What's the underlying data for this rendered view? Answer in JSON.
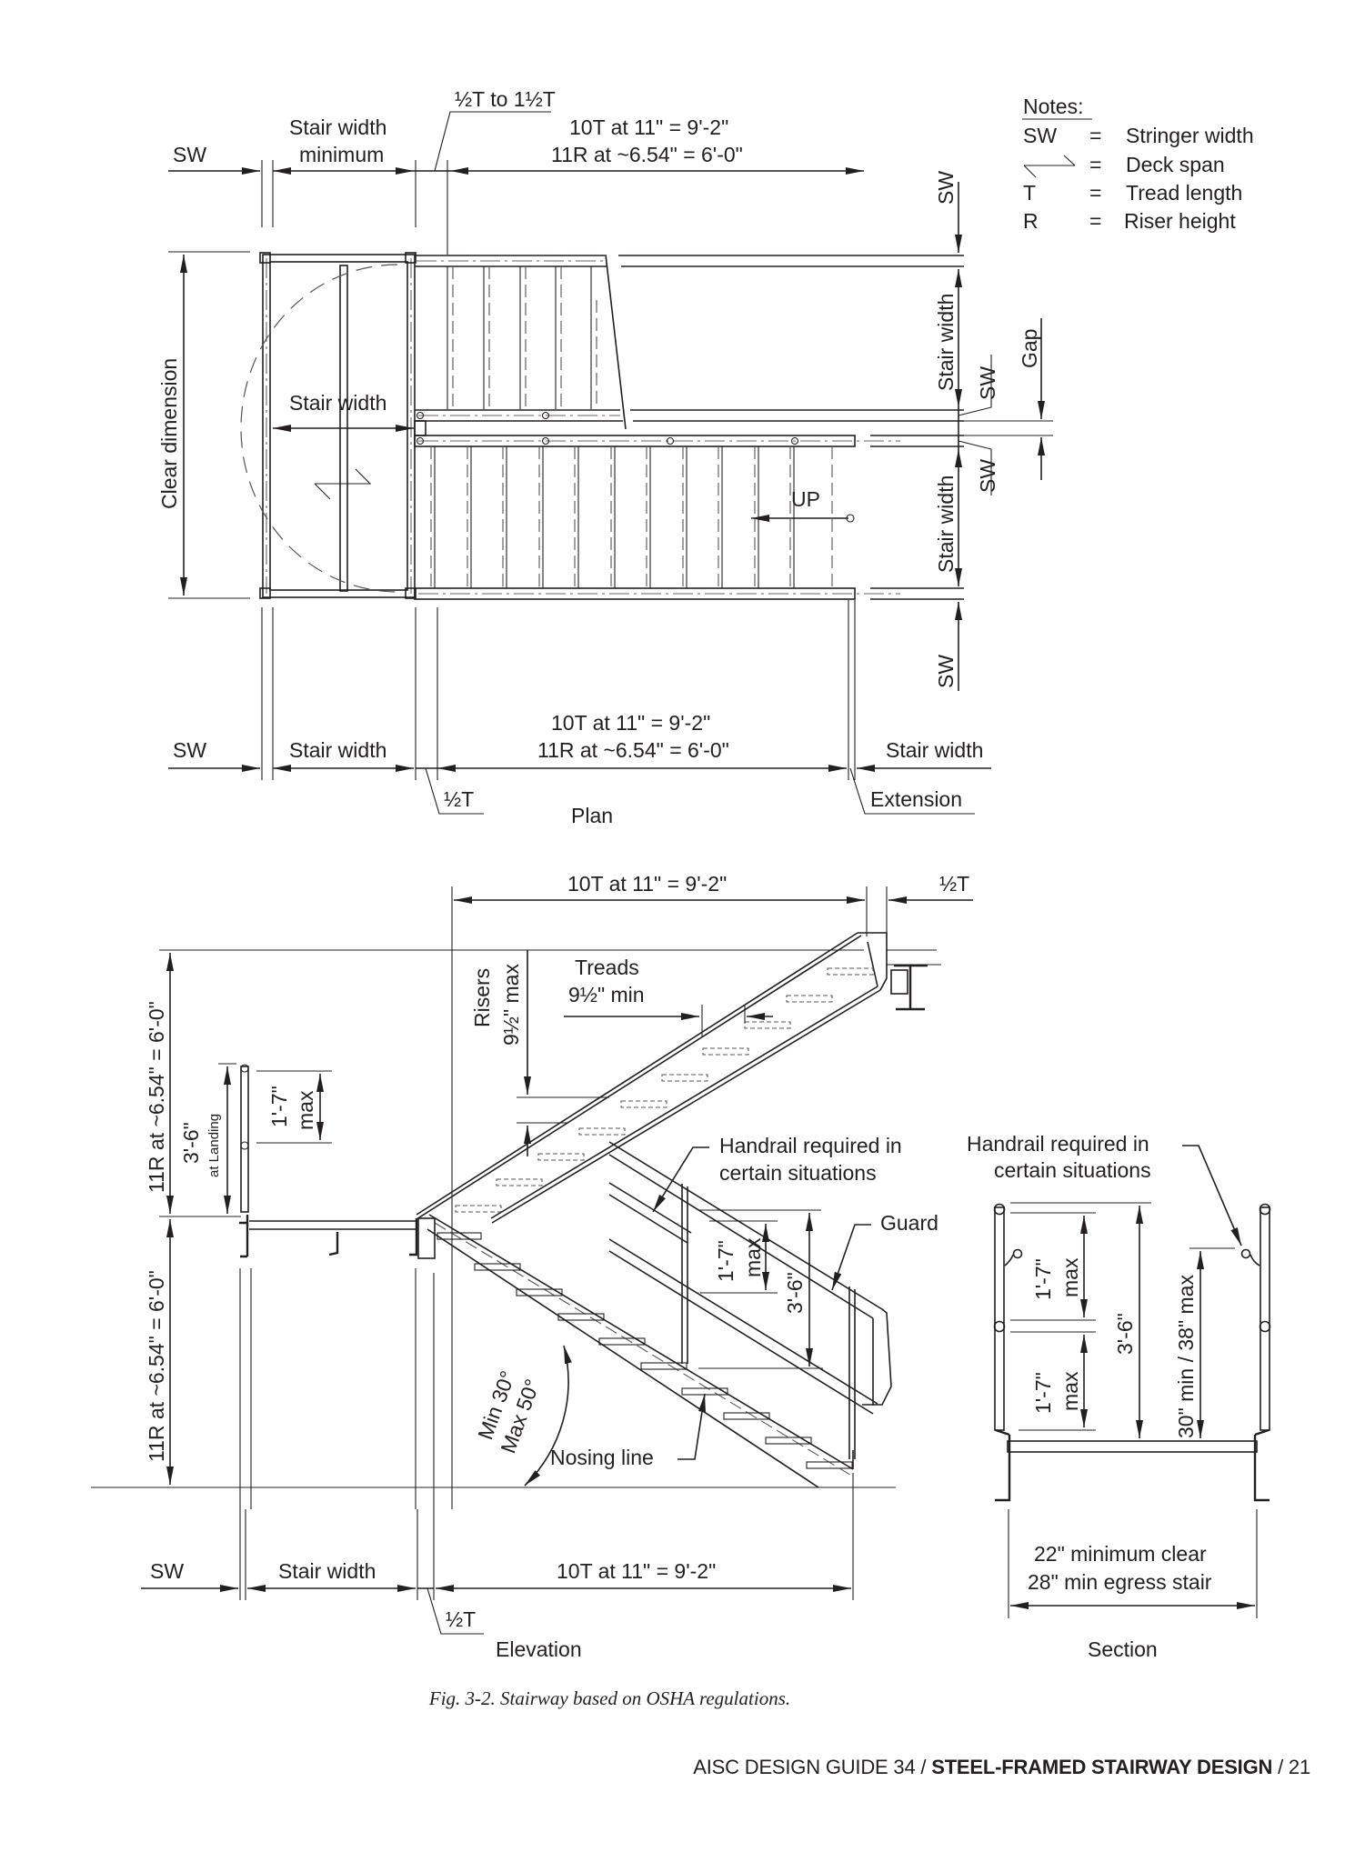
{
  "notes": {
    "title": "Notes:",
    "items": [
      {
        "symbol": "SW",
        "eq": "=",
        "meaning": "Stringer width"
      },
      {
        "symbol": "deck-span-symbol",
        "eq": "=",
        "meaning": "Deck span"
      },
      {
        "symbol": "T",
        "eq": "=",
        "meaning": "Tread length"
      },
      {
        "symbol": "R",
        "eq": "=",
        "meaning": "Riser height"
      }
    ]
  },
  "plan": {
    "title": "Plan",
    "top_dims": {
      "sw": "SW",
      "stair_width_min_1": "Stair width",
      "stair_width_min_2": "minimum",
      "half_t_range": "½T to 1½T",
      "treads": "10T at 11\" = 9'-2\"",
      "risers": "11R at ~6.54\" = 6'-0\""
    },
    "clear_dimension": "Clear dimension",
    "landing_stair_width": "Stair width",
    "up_label": "UP",
    "right_dims": {
      "sw_top": "SW",
      "stair_width_upper": "Stair width",
      "sw_upper": "SW",
      "gap": "Gap",
      "sw_lower": "SW",
      "stair_width_lower": "Stair width",
      "sw_bottom": "SW"
    },
    "bottom_dims": {
      "sw": "SW",
      "stair_width_left": "Stair width",
      "treads": "10T at 11\" = 9'-2\"",
      "risers": "11R at ~6.54\" = 6'-0\"",
      "stair_width_right": "Stair width",
      "half_t": "½T",
      "extension": "Extension"
    }
  },
  "elevation": {
    "title": "Elevation",
    "top_dims": {
      "treads": "10T at 11\" = 9'-2\"",
      "half_t": "½T"
    },
    "left_dims": {
      "upper_risers": "11R at ~6.54\" = 6'-0\"",
      "lower_risers": "11R at ~6.54\" = 6'-0\"",
      "guard_height": "3'-6\"",
      "guard_height_note": "at Landing",
      "rail_spacing": "1'-7\"",
      "rail_spacing_note": "max"
    },
    "risers_label": "Risers",
    "risers_value": "9½\" max",
    "treads_label": "Treads",
    "treads_value": "9½\" min",
    "handrail_note_1": "Handrail required in",
    "handrail_note_2": "certain situations",
    "guard_label": "Guard",
    "rail_spacing": "1'-7\"",
    "rail_spacing_note": "max",
    "guard_height": "3'-6\"",
    "angle_min": "Min 30°",
    "angle_max": "Max 50°",
    "nosing_line": "Nosing line",
    "bottom_dims": {
      "sw": "SW",
      "stair_width": "Stair width",
      "treads": "10T at 11\" = 9'-2\"",
      "half_t": "½T"
    }
  },
  "section": {
    "title": "Section",
    "handrail_note_1": "Handrail required in",
    "handrail_note_2": "certain situations",
    "upper_rail_spacing": "1'-7\"",
    "upper_rail_note": "max",
    "lower_rail_spacing": "1'-7\"",
    "lower_rail_note": "max",
    "guard_height": "3'-6\"",
    "handrail_height": "30\" min / 38\" max",
    "clear_width_1": "22\" minimum clear",
    "clear_width_2": "28\" min egress stair"
  },
  "caption": "Fig. 3-2.  Stairway based on OSHA regulations.",
  "footer": {
    "left": "AISC DESIGN GUIDE 34 / ",
    "bold": "STEEL-FRAMED STAIRWAY DESIGN",
    "right": " / 21"
  }
}
